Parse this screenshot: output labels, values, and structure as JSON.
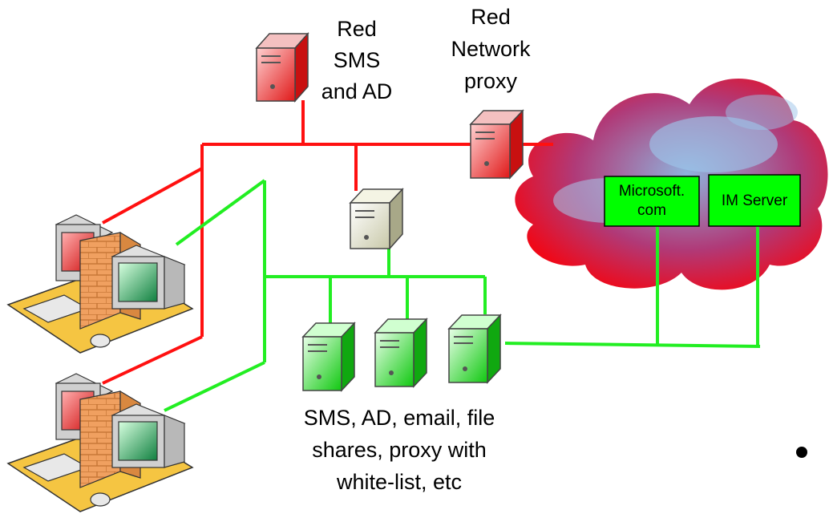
{
  "labels": {
    "red_sms": [
      "Red",
      "SMS",
      "and AD"
    ],
    "red_proxy": [
      "Red",
      "Network",
      "proxy"
    ],
    "green_servers": [
      "SMS, AD, email, file",
      "shares, proxy with",
      "white-list, etc"
    ]
  },
  "internet": {
    "box1": [
      "Microsoft.",
      "com"
    ],
    "box2": [
      "IM Server"
    ]
  },
  "colors": {
    "red_network": "#ff1010",
    "green_network": "#22ee22",
    "cloud": "#e8102a",
    "server_box": "#00ff00"
  },
  "icons": {
    "red_server": "server-icon-red",
    "neutral_server": "server-icon-beige",
    "green_server": "server-icon-green",
    "workstation": "workstation-icon",
    "firewall": "firewall-icon",
    "cloud": "internet-cloud-icon"
  }
}
